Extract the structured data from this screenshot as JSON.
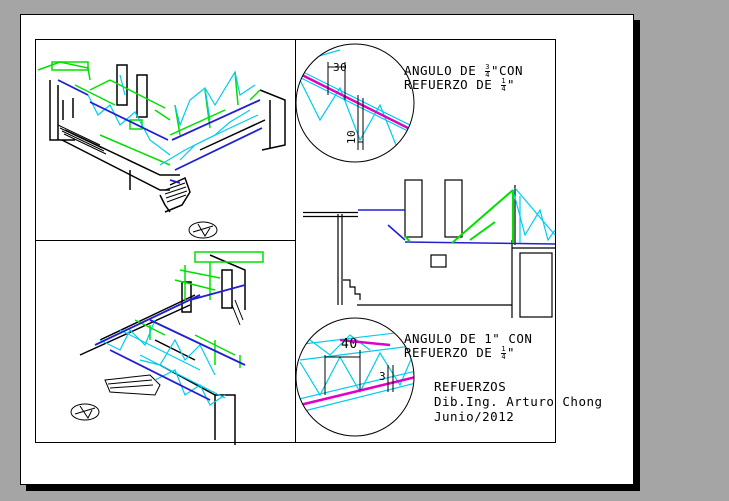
{
  "colors": {
    "page_bg": "#a5a5a5",
    "sheet": "#ffffff",
    "line": "#000000",
    "green": "#00e000",
    "cyan": "#00ccee",
    "blue": "#2020d0",
    "magenta": "#e000c8"
  },
  "detail_top": {
    "prefix": "ANGULO DE ",
    "frac_num": "3",
    "frac_den": "4",
    "mid": "\"CON",
    "line2_prefix": "REFUERZO DE ",
    "frac2_num": "1",
    "frac2_den": "4",
    "line2_suffix": "\"",
    "dim_a": "30",
    "dim_b": "10"
  },
  "detail_bottom": {
    "prefix": "ANGULO DE 1\" CON",
    "line2_prefix": "REFUERZO DE ",
    "frac_num": "1",
    "frac_den": "4",
    "line2_suffix": "\"",
    "dim_a": "40",
    "dim_b": "3"
  },
  "title_block": {
    "title": "REFUERZOS",
    "author": "Dib.Ing. Arturo Chong",
    "date": "Junio/2012"
  }
}
